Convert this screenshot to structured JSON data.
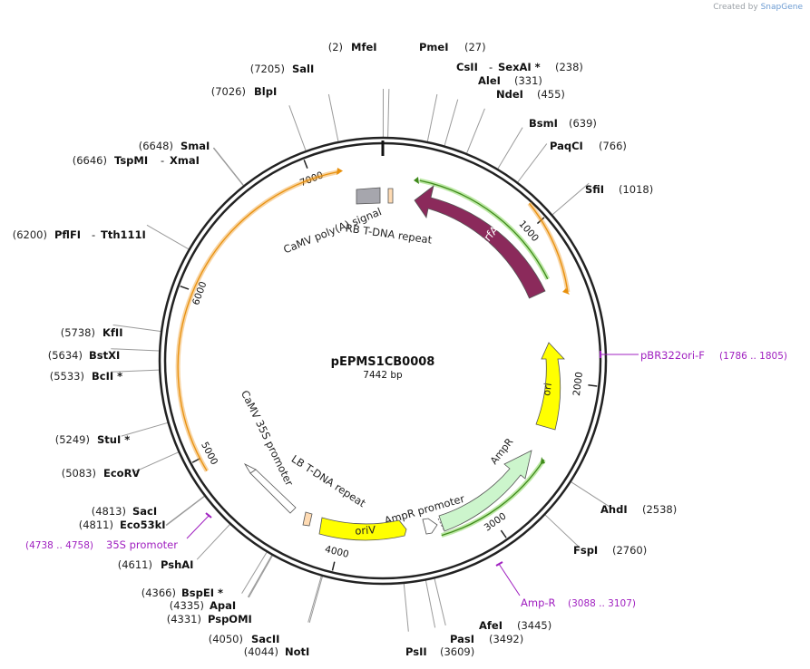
{
  "credit": {
    "prefix": "Created by",
    "brand": "SnapGene"
  },
  "plasmid": {
    "name": "pEPMS1CB0008",
    "length_label": "7442 bp",
    "length_bp": 7442
  },
  "ticks": [
    {
      "bp": 1000,
      "label": "1000"
    },
    {
      "bp": 2000,
      "label": "2000"
    },
    {
      "bp": 3000,
      "label": "3000"
    },
    {
      "bp": 4000,
      "label": "4000"
    },
    {
      "bp": 5000,
      "label": "5000"
    },
    {
      "bp": 6000,
      "label": "6000"
    },
    {
      "bp": 7000,
      "label": "7000"
    }
  ],
  "sites": [
    {
      "name": "MfeI",
      "pos": "(2)",
      "bp": 2
    },
    {
      "name": "PmeI",
      "pos": "(27)",
      "bp": 27
    },
    {
      "name": "CsII",
      "pos": "(238)",
      "bp": 238,
      "extra": "SexAI *"
    },
    {
      "name": "AleI",
      "pos": "(331)",
      "bp": 331
    },
    {
      "name": "NdeI",
      "pos": "(455)",
      "bp": 455
    },
    {
      "name": "BsmI",
      "pos": "(639)",
      "bp": 639
    },
    {
      "name": "PaqCI",
      "pos": "(766)",
      "bp": 766
    },
    {
      "name": "SfiI",
      "pos": "(1018)",
      "bp": 1018
    },
    {
      "name": "AhdI",
      "pos": "(2538)",
      "bp": 2538
    },
    {
      "name": "FspI",
      "pos": "(2760)",
      "bp": 2760
    },
    {
      "name": "AfeI",
      "pos": "(3445)",
      "bp": 3445
    },
    {
      "name": "PasI",
      "pos": "(3492)",
      "bp": 3492
    },
    {
      "name": "PsII",
      "pos": "(3609)",
      "bp": 3609
    },
    {
      "name": "NotI",
      "pos": "(4044)",
      "bp": 4044
    },
    {
      "name": "SacII",
      "pos": "(4050)",
      "bp": 4050
    },
    {
      "name": "PspOMI",
      "pos": "(4331)",
      "bp": 4331
    },
    {
      "name": "ApaI",
      "pos": "(4335)",
      "bp": 4335
    },
    {
      "name": "BspEI *",
      "pos": "(4366)",
      "bp": 4366
    },
    {
      "name": "PshAI",
      "pos": "(4611)",
      "bp": 4611
    },
    {
      "name": "Eco53kI",
      "pos": "(4811)",
      "bp": 4811
    },
    {
      "name": "SacI",
      "pos": "(4813)",
      "bp": 4813
    },
    {
      "name": "EcoRV",
      "pos": "(5083)",
      "bp": 5083
    },
    {
      "name": "StuI *",
      "pos": "(5249)",
      "bp": 5249
    },
    {
      "name": "BcII *",
      "pos": "(5533)",
      "bp": 5533
    },
    {
      "name": "BstXI",
      "pos": "(5634)",
      "bp": 5634
    },
    {
      "name": "KfII",
      "pos": "(5738)",
      "bp": 5738
    },
    {
      "name": "PflFI",
      "pos": "(6200)",
      "bp": 6200,
      "extra": "Tth111I"
    },
    {
      "name": "TspMI",
      "pos": "(6646)",
      "bp": 6646,
      "extra": "XmaI"
    },
    {
      "name": "SmaI",
      "pos": "(6648)",
      "bp": 6648
    },
    {
      "name": "BlpI",
      "pos": "(7026)",
      "bp": 7026
    },
    {
      "name": "SalI",
      "pos": "(7205)",
      "bp": 7205
    }
  ],
  "primers": [
    {
      "name": "pBR322ori-F",
      "range": "(1786 .. 1805)",
      "bp": 1795
    },
    {
      "name": "Amp-R",
      "range": "(3088 .. 3107)",
      "bp": 3097
    },
    {
      "name": "35S promoter",
      "range": "(4738 .. 4758)",
      "bp": 4748
    }
  ],
  "features": [
    {
      "name": "trfA",
      "color": "#8b2a5b"
    },
    {
      "name": "ori",
      "color": "#ffff00"
    },
    {
      "name": "AmpR",
      "color": "#ccf5cc"
    },
    {
      "name": "AmpR promoter",
      "color": "#ffffff"
    },
    {
      "name": "oriV",
      "color": "#ffff00"
    },
    {
      "name": "LB T-DNA repeat",
      "color": "#ffdbb3"
    },
    {
      "name": "CaMV 35S promoter",
      "color": "#ffffff"
    },
    {
      "name": "CaMV poly(A) signal",
      "color": "#a6a6ad"
    },
    {
      "name": "RB T-DNA repeat",
      "color": "#ffdbb3"
    }
  ],
  "colors": {
    "primer": "#a020c0",
    "orange_arc": "#f0a030",
    "green_arc": "#5aa02c",
    "backbone": "#222222"
  }
}
